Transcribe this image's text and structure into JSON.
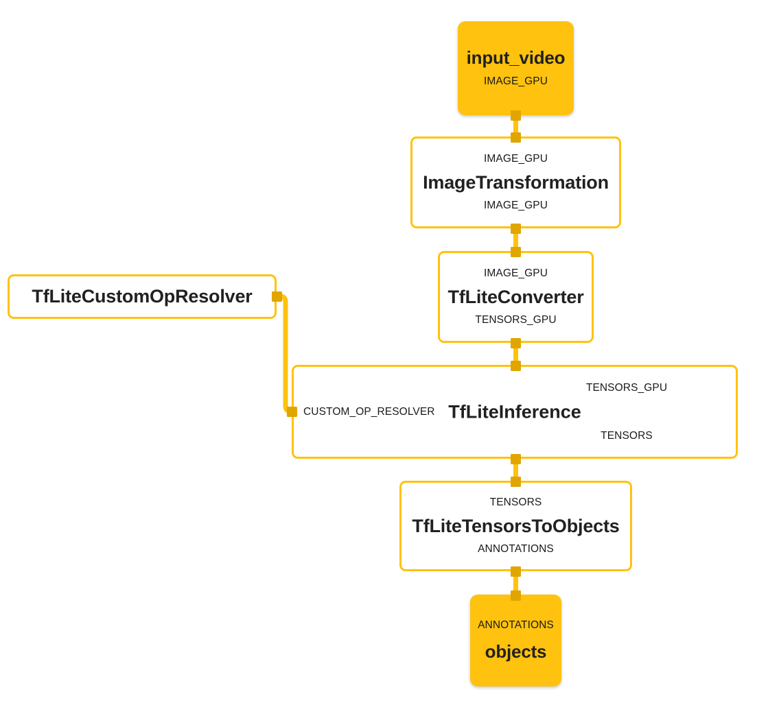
{
  "diagram": {
    "type": "mediapipe-calculator-graph",
    "colors": {
      "accent": "#FFC20E",
      "port": "#E0A500",
      "node_fill_stream": "#FFC20E",
      "node_fill_calculator": "#FFFFFF",
      "text": "#212121",
      "background": "#FFFFFF"
    },
    "nodes": [
      {
        "id": "input_video",
        "kind": "stream",
        "title": "input_video",
        "input_label": "",
        "output_label": "IMAGE_GPU"
      },
      {
        "id": "image_transformation",
        "kind": "calculator",
        "title": "ImageTransformation",
        "input_label": "IMAGE_GPU",
        "output_label": "IMAGE_GPU"
      },
      {
        "id": "tflite_converter",
        "kind": "calculator",
        "title": "TfLiteConverter",
        "input_label": "IMAGE_GPU",
        "output_label": "TENSORS_GPU"
      },
      {
        "id": "tflite_custom_op_resolver",
        "kind": "calculator",
        "title": "TfLiteCustomOpResolver",
        "input_label": "",
        "output_label": ""
      },
      {
        "id": "tflite_inference",
        "kind": "calculator",
        "title": "TfLiteInference",
        "input_label": "TENSORS_GPU",
        "side_input_label": "CUSTOM_OP_RESOLVER",
        "output_label": "TENSORS"
      },
      {
        "id": "tflite_tensors_to_objects",
        "kind": "calculator",
        "title": "TfLiteTensorsToObjects",
        "input_label": "TENSORS",
        "output_label": "ANNOTATIONS"
      },
      {
        "id": "objects",
        "kind": "stream",
        "title": "objects",
        "input_label": "ANNOTATIONS",
        "output_label": ""
      }
    ],
    "edges": [
      {
        "from": "input_video",
        "to": "image_transformation",
        "label": "IMAGE_GPU"
      },
      {
        "from": "image_transformation",
        "to": "tflite_converter",
        "label": "IMAGE_GPU"
      },
      {
        "from": "tflite_converter",
        "to": "tflite_inference",
        "label": "TENSORS_GPU"
      },
      {
        "from": "tflite_custom_op_resolver",
        "to": "tflite_inference",
        "label": "CUSTOM_OP_RESOLVER"
      },
      {
        "from": "tflite_inference",
        "to": "tflite_tensors_to_objects",
        "label": "TENSORS"
      },
      {
        "from": "tflite_tensors_to_objects",
        "to": "objects",
        "label": "ANNOTATIONS"
      }
    ]
  }
}
